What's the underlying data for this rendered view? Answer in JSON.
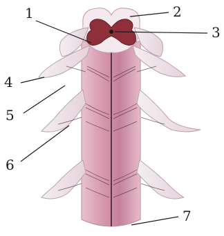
{
  "diagram": {
    "labels": [
      {
        "id": "1",
        "text": "1"
      },
      {
        "id": "2",
        "text": "2"
      },
      {
        "id": "3",
        "text": "3"
      },
      {
        "id": "4",
        "text": "4"
      },
      {
        "id": "5",
        "text": "5"
      },
      {
        "id": "6",
        "text": "6"
      },
      {
        "id": "7",
        "text": "7"
      }
    ],
    "colors": {
      "cord_body": "#d9a3b3",
      "cord_highlight": "#c7849e",
      "gray_matter": "#8e2f3a",
      "white_matter": "#f1e6ea",
      "nerve_root": "#efe4ea",
      "fiber": "#4a2a34"
    }
  }
}
